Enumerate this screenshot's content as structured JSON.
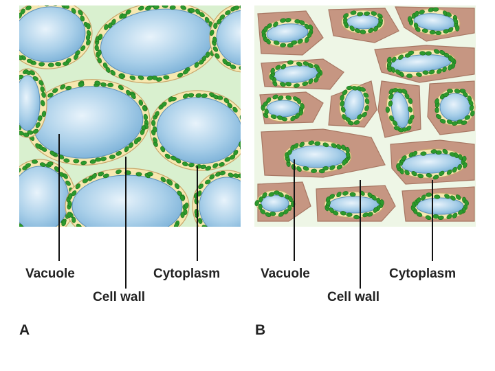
{
  "panels": [
    {
      "id": "A",
      "label": "A",
      "annotations": {
        "vacuole": "Vacuole",
        "cell_wall": "Cell wall",
        "cytoplasm": "Cytoplasm"
      },
      "colors": {
        "wall": "#d9f0cf",
        "cytoplasm": "#f6e8b0",
        "vacuole": "#9cc9e6",
        "chloroplast": "#2c9a2c"
      }
    },
    {
      "id": "B",
      "label": "B",
      "annotations": {
        "vacuole": "Vacuole",
        "cell_wall": "Cell wall",
        "cytoplasm": "Cytoplasm"
      },
      "colors": {
        "wall": "#eef6e6",
        "shrunken_space": "#c69682",
        "cytoplasm": "#f6e8b0",
        "vacuole": "#9cc9e6",
        "chloroplast": "#2c9a2c"
      }
    }
  ]
}
